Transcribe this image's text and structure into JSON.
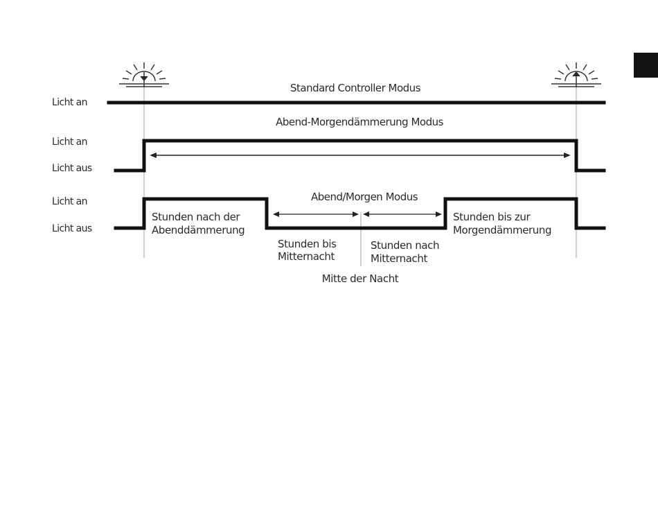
{
  "diagram": {
    "modes": {
      "standard_title": "Standard Controller Modus",
      "dusk_dawn_title": "Abend-Morgendämmerung Modus",
      "dusk_morning_title": "Abend/Morgen Modus"
    },
    "levels": {
      "on": "Licht an",
      "off": "Licht aus"
    },
    "annotations": {
      "hours_after_dusk_1": "Stunden nach der",
      "hours_after_dusk_2": "Abenddämmerung",
      "hours_to_midnight_1": "Stunden bis",
      "hours_to_midnight_2": "Mitternacht",
      "hours_after_midnight_1": "Stunden nach",
      "hours_after_midnight_2": "Mitternacht",
      "hours_to_dawn_1": "Stunden bis zur",
      "hours_to_dawn_2": "Morgendämmerung",
      "middle_of_night": "Mitte der Nacht"
    },
    "icons": {
      "left": "sunset-icon",
      "right": "sunrise-icon",
      "corner": "black-square-marker"
    },
    "colors": {
      "signal": "#111111",
      "guide": "#bdbdbd",
      "text": "#2a2a2a"
    }
  }
}
